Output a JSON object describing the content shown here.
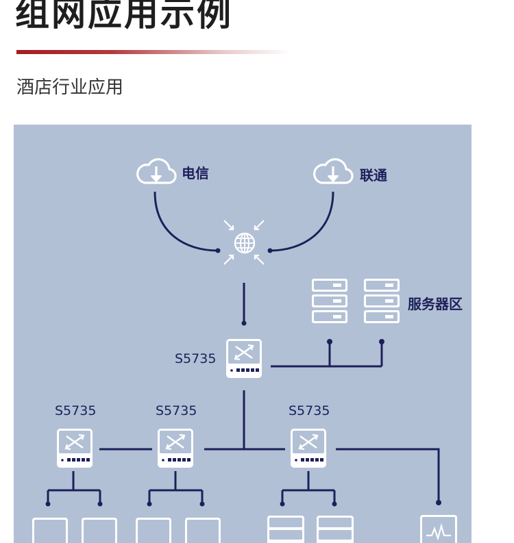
{
  "header": {
    "title": "组网应用示例",
    "subtitle": "酒店行业应用"
  },
  "diagram": {
    "isp_left_label": "电信",
    "isp_right_label": "联通",
    "server_zone_label": "服务器区",
    "core_switch_label": "S5735",
    "access_switches": [
      {
        "label": "S5735"
      },
      {
        "label": "S5735"
      },
      {
        "label": "S5735"
      }
    ]
  },
  "colors": {
    "panel_bg": "#b2c0d5",
    "line": "#1d1f5a",
    "device_fill": "#ffffff",
    "title_rule": "#a51c1e"
  }
}
